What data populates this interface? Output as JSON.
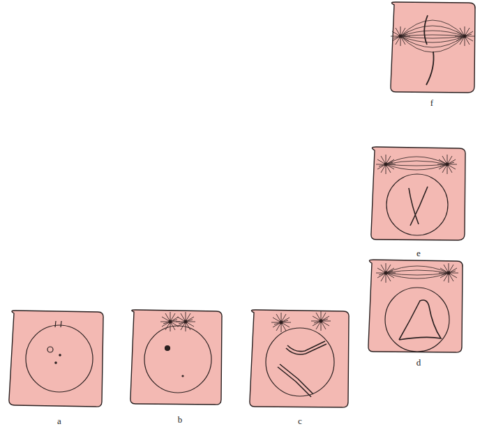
{
  "diagram": {
    "labels": [
      "f",
      "e",
      "d",
      "a",
      "b",
      "c"
    ]
  }
}
